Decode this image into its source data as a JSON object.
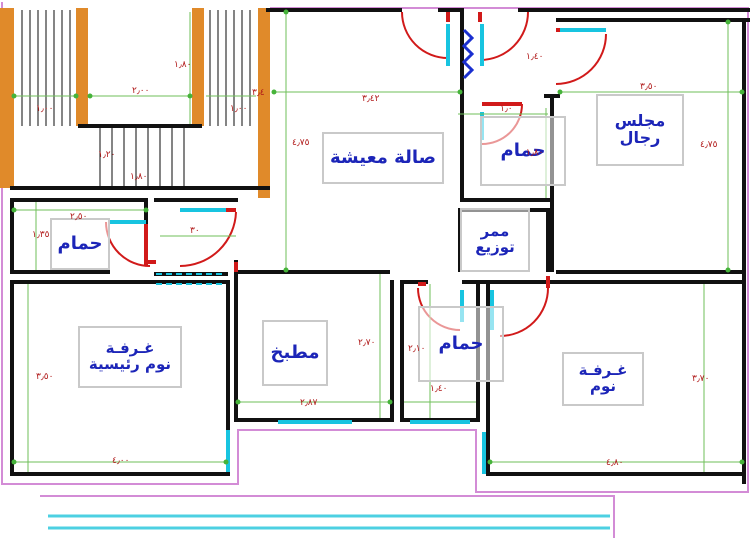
{
  "rooms": {
    "living": "صالة معيشة",
    "majlis": "مجلس\nرجال",
    "bath_top": "حمام",
    "bath_left": "حمام",
    "bath_mid": "حمام",
    "corridor": "ممر\nتوزيع",
    "master_bedroom": "غـرفـة\nنوم رئيسية",
    "kitchen": "مطبخ",
    "bedroom": "غـرفـة\nنوم"
  },
  "dimensions": {
    "stair_h1": "١٫٨٠",
    "stair_w1": "١٫٠٠",
    "stair_w2": "٢٫٠٠",
    "stair_h2": "٣٫٤",
    "stair_w3": "١٫٠٠",
    "stair_h3": "١٫٢٠",
    "stair_w4": "١٫٨٠",
    "living_w": "٣٫٤٢",
    "living_h": "٤٫٧٥",
    "bath_top_w": "١٫٤٠",
    "bath_top_w2": "١٫٠",
    "bath_top_h": "١٫٨٠",
    "majlis_w": "٣٫٥٠",
    "majlis_h": "٤٫٧٥",
    "bath_left_w": "٢٫٥٠",
    "bath_left_h": "١٫٣٥",
    "door_w": "٣٠",
    "master_h": "٣٫٥٠",
    "master_w": "٤٫٠٠",
    "kitchen_h": "٢٫٧٠",
    "kitchen_w": "٢٫٨٧",
    "bath_mid_h": "٢٫١٠",
    "bath_mid_w": "١٫٤٠",
    "bedroom_h": "٣٫٧٠",
    "bedroom_w": "٤٫٨٠"
  },
  "colors": {
    "wall": "#111111",
    "outline": "#d38cd6",
    "door_arc": "#d11a1a",
    "opening": "#18c4e0",
    "stair": "#e08a2a",
    "grid": "#7ac36a",
    "label": "#1c25b8",
    "dimension": "#b01818"
  }
}
